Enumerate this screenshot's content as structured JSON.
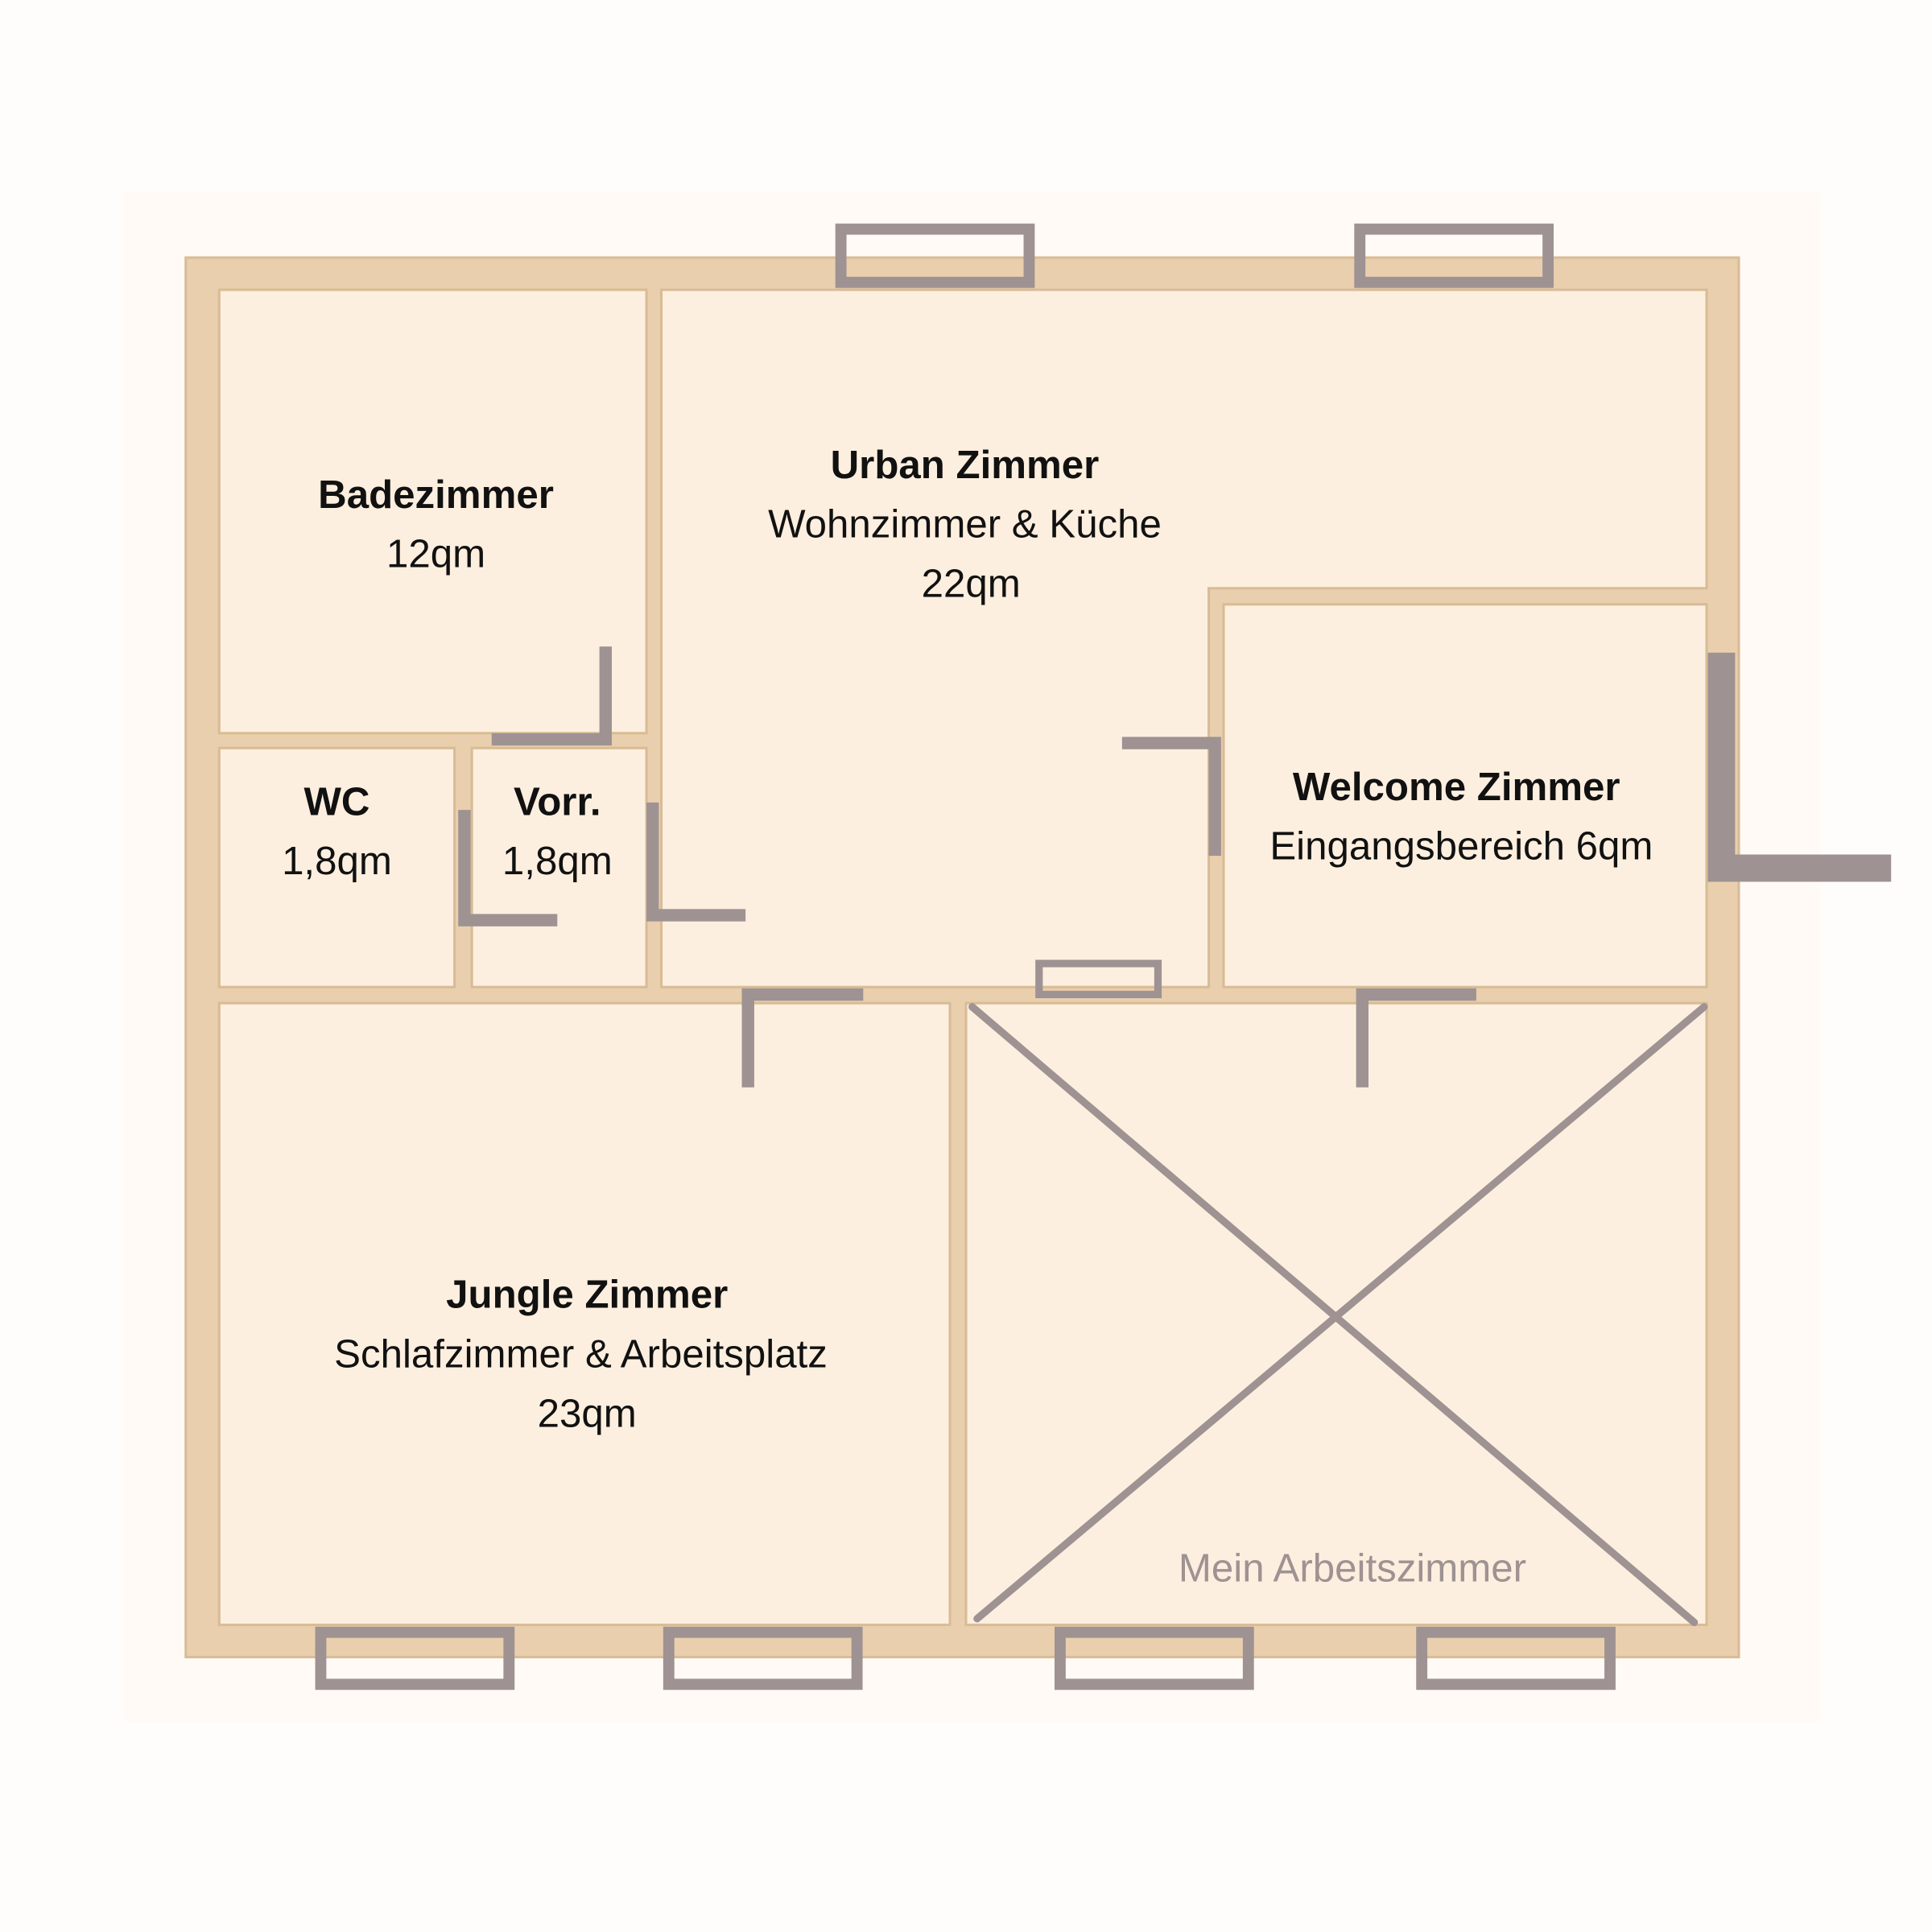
{
  "colors": {
    "wall": "#e9cfad",
    "room": "#fdefdf",
    "fixtures": "#9e9292",
    "background": "#fffdfb"
  },
  "rooms": {
    "bad": {
      "name": "Badezimmer",
      "area": "12qm"
    },
    "urban": {
      "name": "Urban Zimmer",
      "desc": "Wohnzimmer & Küche",
      "area": "22qm"
    },
    "wc": {
      "name": "WC",
      "area": "1,8qm"
    },
    "vorr": {
      "name": "Vorr.",
      "area": "1,8qm"
    },
    "welcome": {
      "name": "Welcome Zimmer",
      "desc": "Eingangsbereich 6qm"
    },
    "jungle": {
      "name": "Jungle Zimmer",
      "desc": "Schlafzimmer & Arbeitsplatz",
      "area": "23qm"
    },
    "arbeit": {
      "name": "Mein Arbeitszimmer"
    }
  }
}
